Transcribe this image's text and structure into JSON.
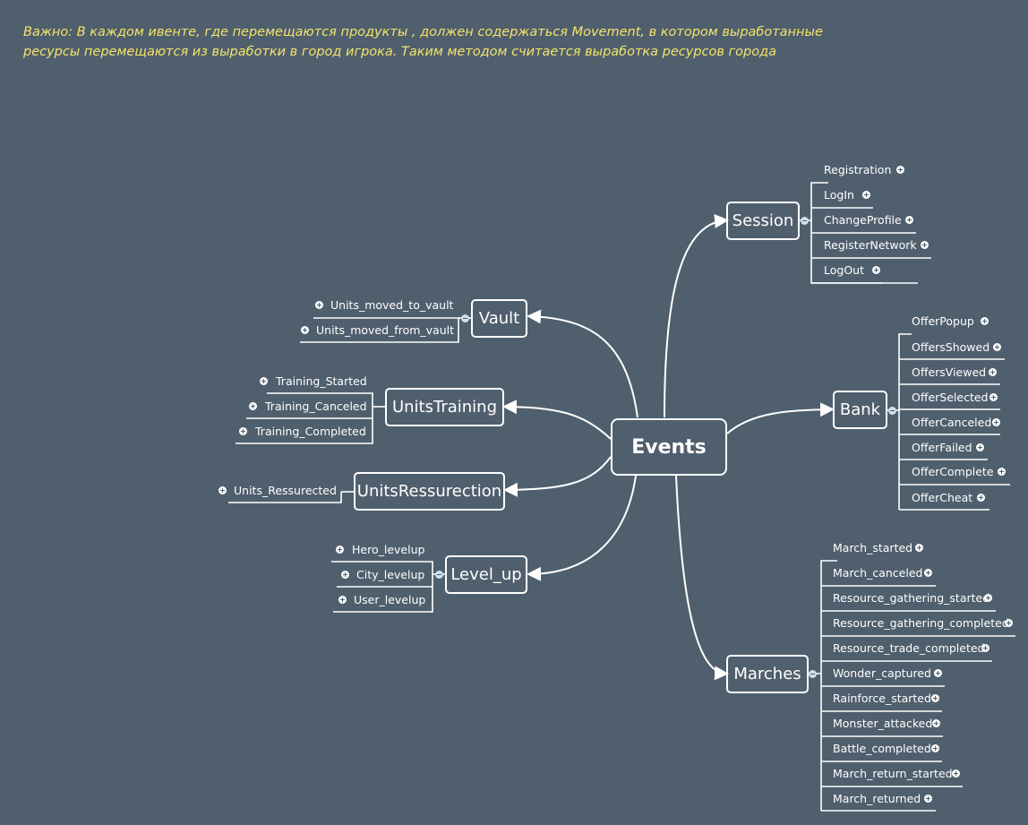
{
  "note": {
    "line1": "Важно: В каждом ивенте, где перемещаются продукты , должен содержаться Movement, в котором выработанные",
    "line2": "ресурсы перемещаются из выработки в город игрока. Таким методом считается выработка ресурсов города"
  },
  "central": "Events",
  "session": {
    "label": "Session",
    "items": [
      "Registration",
      "LogIn",
      "ChangeProfile",
      "RegisterNetwork",
      "LogOut"
    ]
  },
  "bank": {
    "label": "Bank",
    "items": [
      "OfferPopup",
      "OffersShowed",
      "OffersViewed",
      "OfferSelected",
      "OfferCanceled",
      "OfferFailed",
      "OfferComplete",
      "OfferCheat"
    ]
  },
  "marches": {
    "label": "Marches",
    "items": [
      "March_started",
      "March_canceled",
      "Resource_gathering_started",
      "Resource_gathering_completed",
      "Resource_trade_completed",
      "Wonder_captured",
      "Rainforce_started",
      "Monster_attacked",
      "Battle_completed",
      "March_return_started",
      "March_returned"
    ]
  },
  "vault": {
    "label": "Vault",
    "items": [
      "Units_moved_to_vault",
      "Units_moved_from_vault"
    ]
  },
  "units_training": {
    "label": "UnitsTraining",
    "items": [
      "Training_Started",
      "Training_Canceled",
      "Training_Completed"
    ]
  },
  "units_ressurection": {
    "label": "UnitsRessurection",
    "items": [
      "Units_Ressurected"
    ]
  },
  "level_up": {
    "label": "Level_up",
    "items": [
      "Hero_levelup",
      "City_levelup",
      "User_levelup"
    ]
  },
  "colors": {
    "background": "#505f6d",
    "note_text": "#f3e36b",
    "lines": "#ffffff"
  }
}
